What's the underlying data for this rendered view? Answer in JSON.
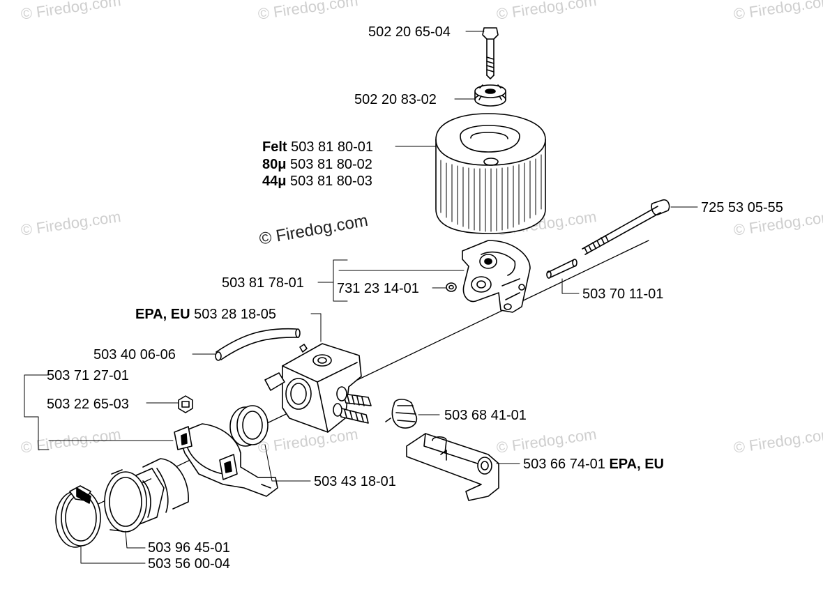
{
  "watermarks": {
    "text": "© Firedog.com",
    "main_text": "© Firedog.com"
  },
  "parts": {
    "bolt": "502 20 65-04",
    "nut": "502 20 83-02",
    "filter_felt_prefix": "Felt",
    "filter_felt_num": "503 81 80-01",
    "filter_80_prefix": "80μ",
    "filter_80_num": "503 81 80-02",
    "filter_44_prefix": "44μ",
    "filter_44_num": "503 81 80-03",
    "long_bolt": "725 53 05-55",
    "holder": "503 81 78-01",
    "small_nut": "731 23 14-01",
    "sleeve": "503 70 11-01",
    "carb_prefix": "EPA, EU",
    "carb_num": "503 28 18-05",
    "hose": "503 40 06-06",
    "group": "503 71 27-01",
    "clip": "503 22 65-03",
    "choke": "503 68 41-01",
    "adapter": "503 43 18-01",
    "plate_num": "503 66 74-01",
    "plate_suffix": "EPA, EU",
    "intake": "503 96 45-01",
    "clamp": "503 56 00-04"
  }
}
